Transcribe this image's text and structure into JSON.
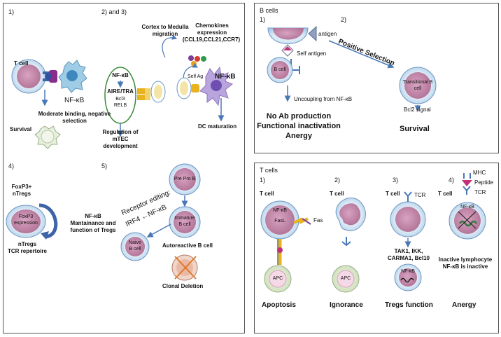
{
  "left_panel": {
    "n1": "1)",
    "n2": "2) and 3)",
    "n4": "4)",
    "n5": "5)",
    "tcell": "T cell",
    "nfkb1": "NF-κB",
    "moderate": "Moderate binding, negative selection",
    "moderate_l1": "Moderate binding, negative",
    "moderate_l2": "selection",
    "survival": "Survival",
    "cortex_l1": "Cortex to Medulla",
    "cortex_l2": "migration",
    "chemo_l1": "Chemokines",
    "chemo_l2": "expression",
    "chemo_l3": "(CCL19,CCL21,CCR7)",
    "oval_nfkb": "NF-κB",
    "oval_aire": "AIRE/TRA",
    "oval_bcl3": "Bcl3",
    "oval_relb": "RELB",
    "selfag": "Self Ag",
    "nfkb_dc": "NF-κB",
    "reg_l1": "Regulation of",
    "reg_l2": "mTEC",
    "reg_l3": "development",
    "dcmat": "DC maturation",
    "foxp3_l1": "FoxP3+",
    "foxp3_l2": "nTregs",
    "foxp3_cell_l1": "FoxP3",
    "foxp3_cell_l2": "expression",
    "maint_l1": "NF-κB",
    "maint_l2": "Mantainance and",
    "maint_l3": "function of Tregs",
    "ntregs_l1": "nTregs",
    "ntregs_l2": "TCR repertoire",
    "preprob": "Pre Pro B",
    "immature_l1": "Immature",
    "immature_l2": "B cell",
    "naive_l1": "Naive",
    "naive_l2": "B cell",
    "receptor_l1": "Receptor editing:",
    "receptor_l2": "IRF4 ←NF-κB",
    "autoreactive": "Autoreactive B cell",
    "clonal": "Clonal Deletion"
  },
  "bcells_panel": {
    "title": "B cells",
    "n1": "1)",
    "n2": "2)",
    "antigen": "antigen",
    "selfantigen": "Self antigen",
    "bcell": "B cell",
    "positive": "Positive Selection",
    "transitional_l1": "Transitional B",
    "transitional_l2": "cell",
    "uncoupling": "Uncoupling from NF-κB",
    "noab_l1": "No Ab production",
    "noab_l2": "Functional inactivation",
    "noab_l3": "Anergy",
    "bcl2": "Bcl2 signal",
    "survival": "Survival"
  },
  "tcells_panel": {
    "title": "T cells",
    "n1": "1)",
    "n2": "2)",
    "n3": "3)",
    "n4": "4)",
    "tcell1": "T cell",
    "tcell2": "T cell",
    "tcell3": "T cell",
    "tcell4": "T cell",
    "nfkb_c1": "NF-κB",
    "fasl": "FasL",
    "fas": "Fas",
    "apc1": "APC",
    "apc2": "APC",
    "tcr3": "TCR",
    "tak_l1": "TAK1, IKK,",
    "tak_l2": "CARMA1, Bcl10",
    "nfkb3": "NF-κB",
    "mhc": "MHC",
    "peptide": "Peptide",
    "tcr4": "TCR",
    "nfkb4": "NF-κB",
    "inactive_l1": "Inactive lymphocyte",
    "inactive_l2": "NF-κB is inactive",
    "apoptosis": "Apoptosis",
    "ignorance": "Ignorance",
    "tregs": "Tregs function",
    "anergy": "Anergy"
  }
}
